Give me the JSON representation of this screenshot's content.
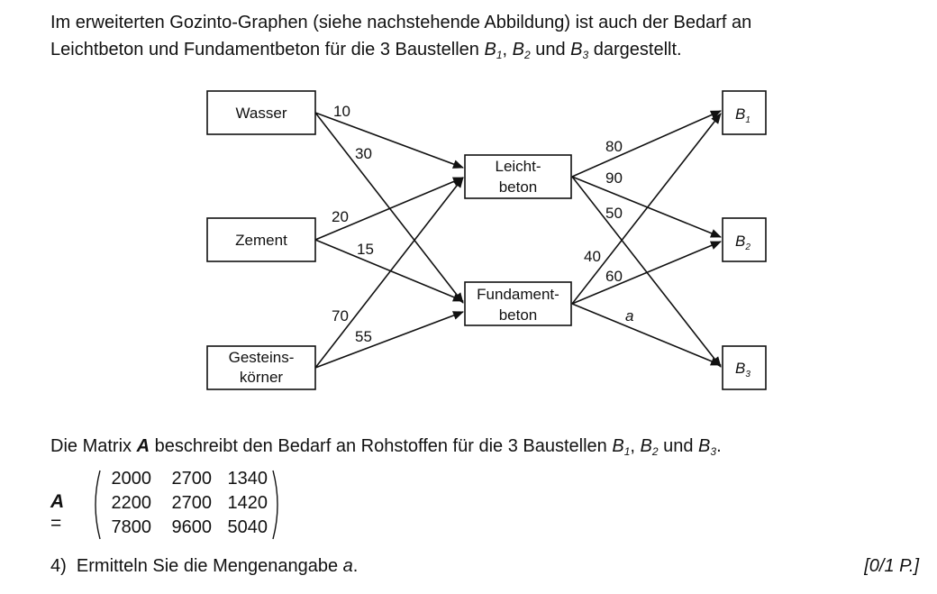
{
  "intro": {
    "line1": "Im erweiterten Gozinto-Graphen (siehe nachstehende Abbildung) ist auch der Bedarf an",
    "line2_pre": "Leichtbeton und Fundamentbeton für die 3 Baustellen",
    "sep1": ",",
    "sep2": ",",
    "conj": "und",
    "line2_post": "dargestellt."
  },
  "diagram": {
    "raw": [
      "Wasser",
      "Zement",
      "Gesteins-",
      "körner"
    ],
    "intermediate": {
      "leicht": [
        "Leicht-",
        "beton"
      ],
      "fundament": [
        "Fundament-",
        "beton"
      ]
    },
    "sites": [
      {
        "letter": "B",
        "sub": "1"
      },
      {
        "letter": "B",
        "sub": "2"
      },
      {
        "letter": "B",
        "sub": "3"
      }
    ],
    "edges": {
      "wasser_leicht": "10",
      "wasser_fundament": "30",
      "zement_leicht": "20",
      "zement_fundament": "15",
      "gestein_leicht": "70",
      "gestein_fundament": "55",
      "leicht_b1": "80",
      "leicht_b2": "90",
      "leicht_b3": "50",
      "fundament_b1": "40",
      "fundament_b2": "60",
      "fundament_b3": "a"
    }
  },
  "matrix_text": {
    "pre": "Die Matrix",
    "symbol": "A",
    "mid": "beschreibt den Bedarf an Rohstoffen für die 3 Baustellen",
    "sep1": ",",
    "conj": "und",
    "end": "."
  },
  "matrix": {
    "symbol": "A",
    "equals": "=",
    "rows": [
      [
        "2000",
        "2700",
        "1340"
      ],
      [
        "2200",
        "2700",
        "1420"
      ],
      [
        "7800",
        "9600",
        "5040"
      ]
    ]
  },
  "task": {
    "number": "4)",
    "text": "Ermitteln Sie die Mengenangabe",
    "var": "a",
    "end": ".",
    "points": "[0/1 P.]"
  }
}
